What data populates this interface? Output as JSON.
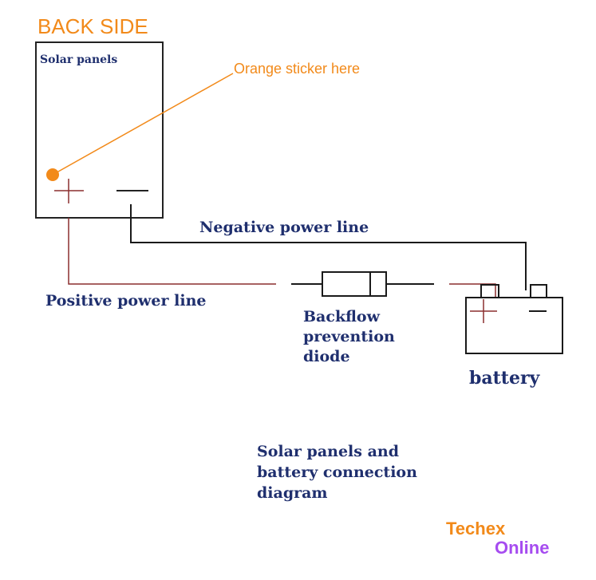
{
  "header": {
    "title": "BACK SIDE",
    "title_color": "#f28a1a"
  },
  "panel": {
    "label": "Solar panels",
    "plus_sign": "+",
    "minus_sign": "—"
  },
  "sticker": {
    "label": "Orange sticker here",
    "color": "#f28a1a"
  },
  "lines": {
    "negative_label": "Negative power line",
    "positive_label": "Positive power line",
    "positive_color": "#8b2f2f",
    "negative_color": "#1a1a1a"
  },
  "diode": {
    "label_line1": "Backflow",
    "label_line2": "prevention",
    "label_line3": "diode"
  },
  "battery": {
    "label": "battery",
    "plus_sign": "+",
    "minus_sign": "—"
  },
  "caption": {
    "line1": "Solar panels and",
    "line2": "battery connection",
    "line3": "diagram"
  },
  "watermark": {
    "line1": "Techex",
    "line2": "Online",
    "line1_color": "#f28a1a",
    "line2_color": "#a64cf0"
  }
}
